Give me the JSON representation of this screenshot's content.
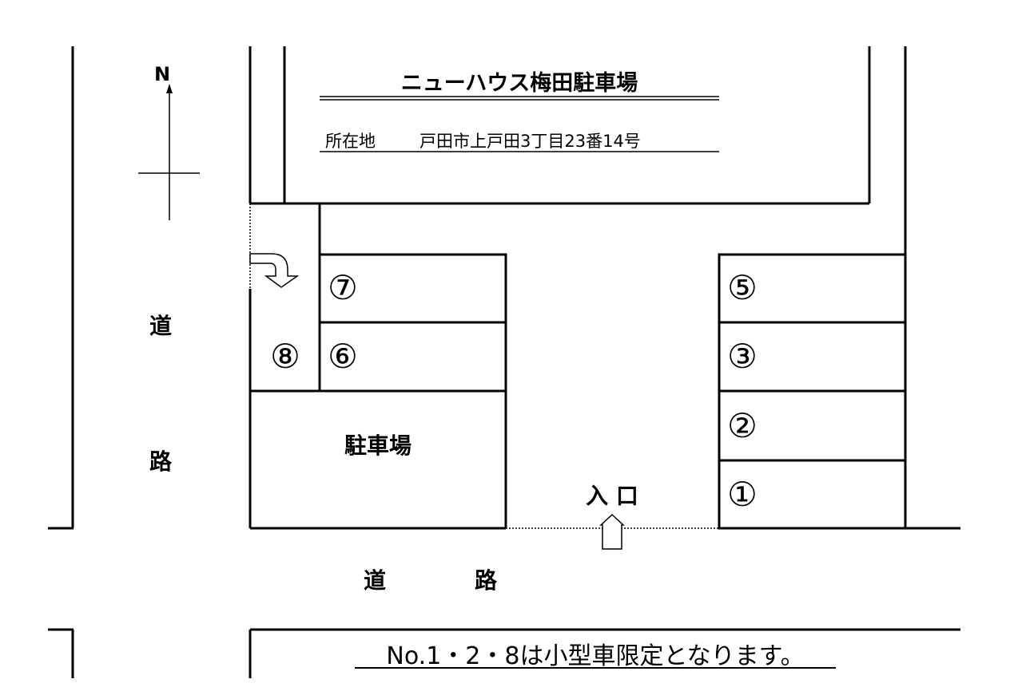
{
  "compass": {
    "north_label": "N"
  },
  "building": {
    "name": "ニューハウス梅田駐車場",
    "address_label": "所在地",
    "address": "戸田市上戸田3丁目23番14号"
  },
  "roads": {
    "west": {
      "char1": "道",
      "char2": "路"
    },
    "south": {
      "char1": "道",
      "char2": "路"
    }
  },
  "parking_lot_label": "駐車場",
  "entrance_label": "入 口",
  "spaces": {
    "s1": "①",
    "s2": "②",
    "s3": "③",
    "s5": "⑤",
    "s6": "⑥",
    "s7": "⑦",
    "s8": "⑧"
  },
  "notice": "No.1・2・8は小型車限定となります。"
}
